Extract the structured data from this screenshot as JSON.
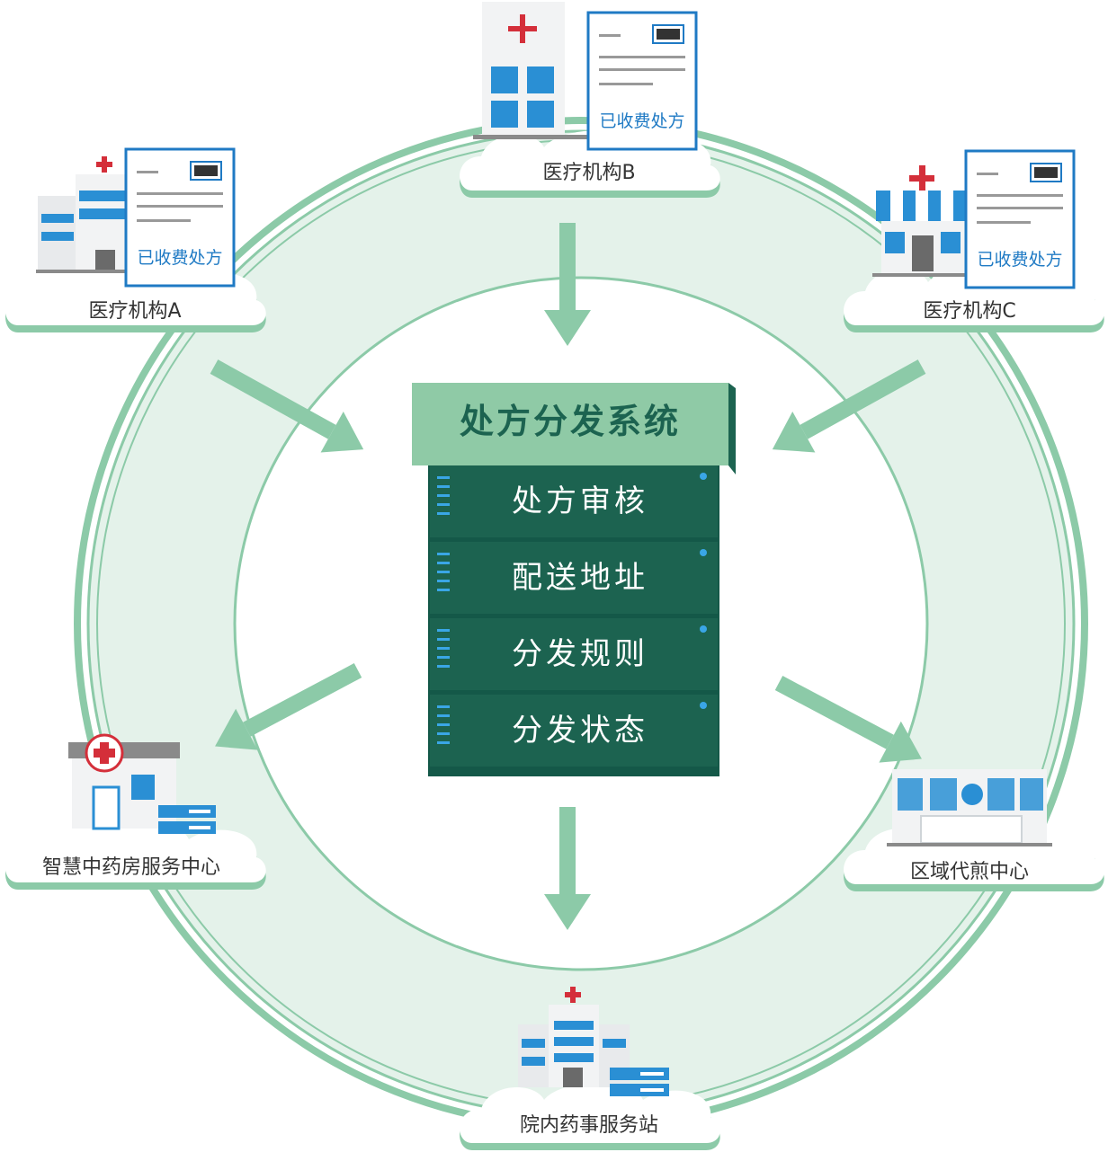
{
  "system": {
    "title": "处方分发系统",
    "modules": [
      "处方审核",
      "配送地址",
      "分发规则",
      "分发状态"
    ]
  },
  "sources": [
    {
      "name": "医疗机构A",
      "document": "已收费处方"
    },
    {
      "name": "医疗机构B",
      "document": "已收费处方"
    },
    {
      "name": "医疗机构C",
      "document": "已收费处方"
    }
  ],
  "destinations": [
    {
      "name": "智慧中药房服务中心"
    },
    {
      "name": "院内药事服务站"
    },
    {
      "name": "区域代煎中心"
    }
  ],
  "colors": {
    "ring": "#8ccaa8",
    "ring_fill": "#e4f2ea",
    "arrow": "#8ccaa8",
    "title_box": "#8fcaa6",
    "module_box": "#1c6350",
    "building_blue": "#2a8fd4",
    "cross_red": "#d42f3a",
    "doc_border": "#1f7ac4"
  }
}
